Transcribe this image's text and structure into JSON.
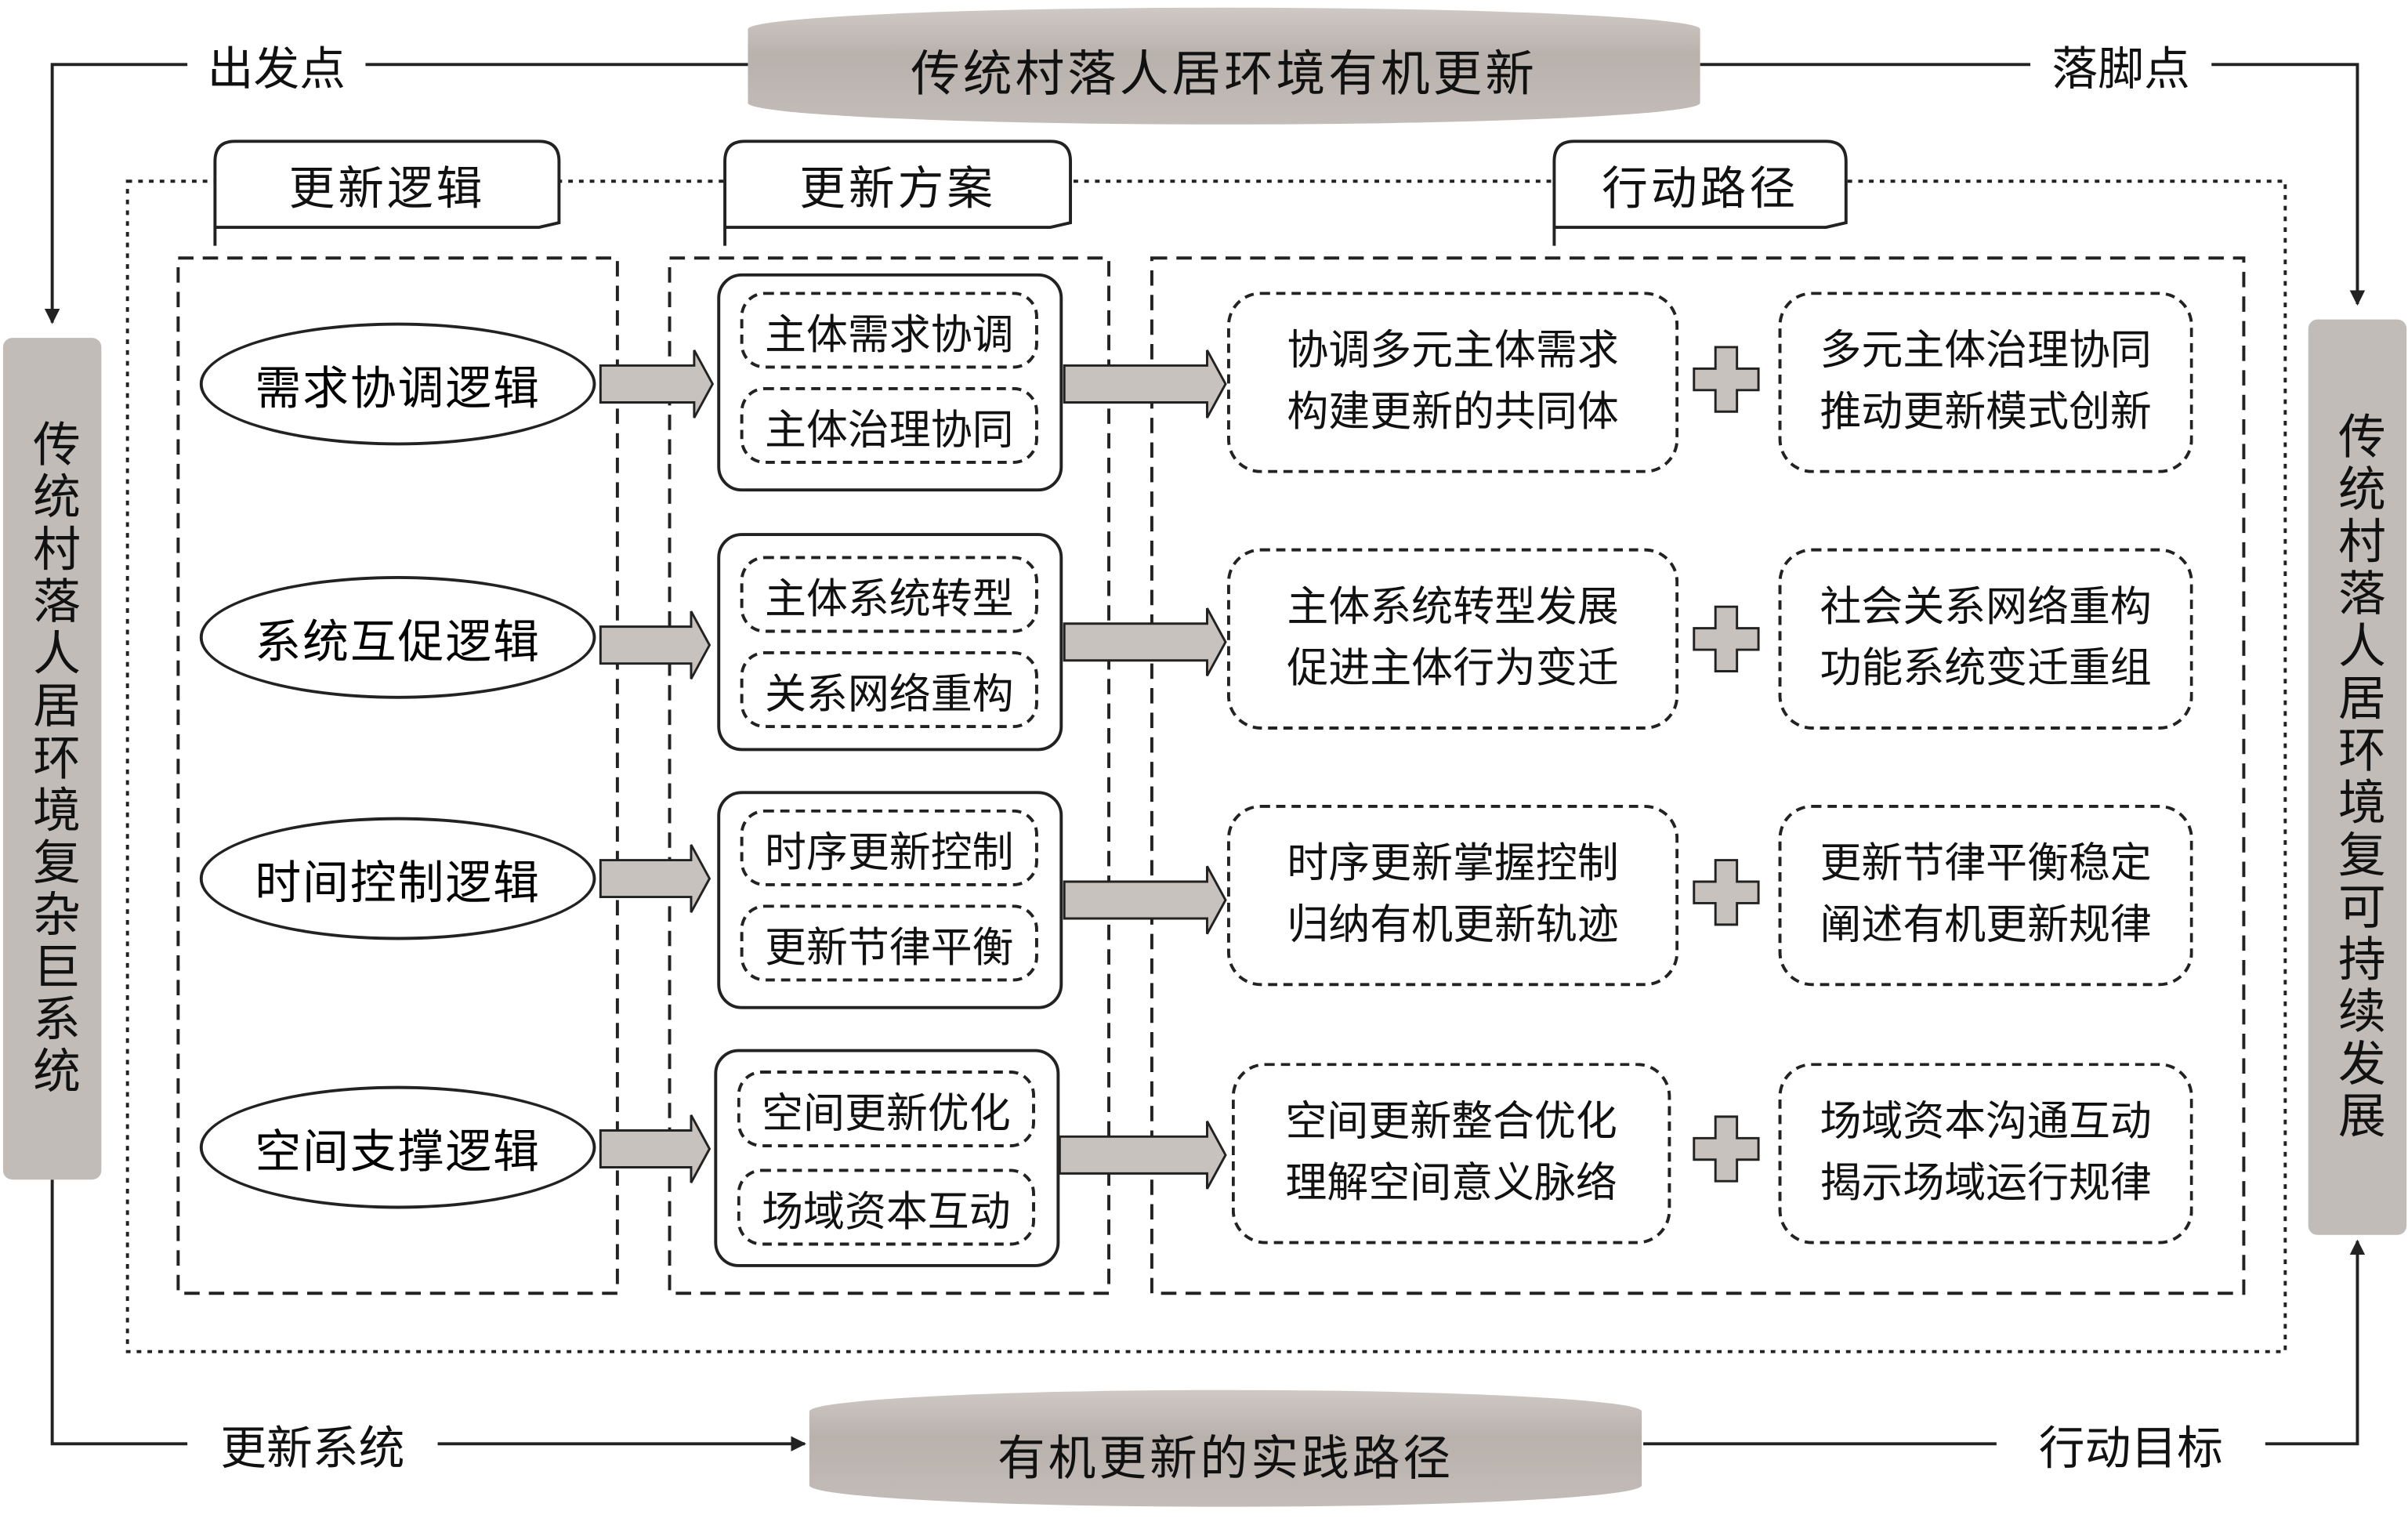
{
  "top_title": "传统村落人居环境有机更新",
  "bottom_title": "有机更新的实践路径",
  "left_vertical": "传统村落人居环境复杂巨系统",
  "right_vertical": "传统村落人居环境复可持续发展",
  "corner_labels": {
    "top_left": "出发点",
    "top_right": "落脚点",
    "bottom_left": "更新系统",
    "bottom_right": "行动目标"
  },
  "tabs": [
    "更新逻辑",
    "更新方案",
    "行动路径"
  ],
  "rows": [
    {
      "logic": "需求协调逻辑",
      "plans": [
        "主体需求协调",
        "主体治理协同"
      ],
      "path_a": [
        "协调多元主体需求",
        "构建更新的共同体"
      ],
      "path_b": [
        "多元主体治理协同",
        "推动更新模式创新"
      ]
    },
    {
      "logic": "系统互促逻辑",
      "plans": [
        "主体系统转型",
        "关系网络重构"
      ],
      "path_a": [
        "主体系统转型发展",
        "促进主体行为变迁"
      ],
      "path_b": [
        "社会关系网络重构",
        "功能系统变迁重组"
      ]
    },
    {
      "logic": "时间控制逻辑",
      "plans": [
        "时序更新控制",
        "更新节律平衡"
      ],
      "path_a": [
        "时序更新掌握控制",
        "归纳有机更新轨迹"
      ],
      "path_b": [
        "更新节律平衡稳定",
        "阐述有机更新规律"
      ]
    },
    {
      "logic": "空间支撑逻辑",
      "plans": [
        "空间更新优化",
        "场域资本互动"
      ],
      "path_a": [
        "空间更新整合优化",
        "理解空间意义脉络"
      ],
      "path_b": [
        "场域资本沟通互动",
        "揭示场域运行规律"
      ]
    }
  ],
  "colors": {
    "gray": "#c2bcb8",
    "arrow_fill": "#c8c2be",
    "line": "#222222"
  }
}
